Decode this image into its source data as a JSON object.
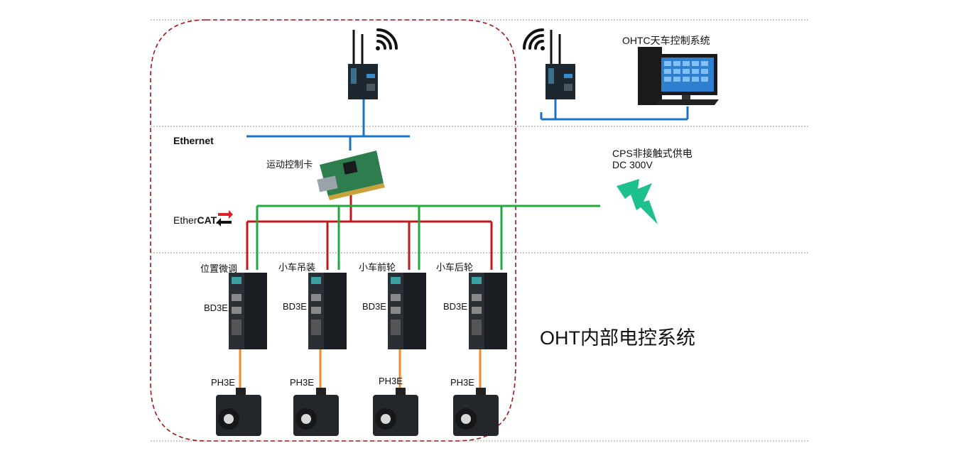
{
  "labels": {
    "ethernet": "Ethernet",
    "ethercat_prefix": "Ether",
    "ethercat_suffix": "CAT.",
    "motion_card": "运动控制卡",
    "ohtc": "OHTC天车控制系统",
    "cps_line1": "CPS非接触式供电",
    "cps_line2": "DC 300V",
    "system_title": "OHT内部电控系统"
  },
  "axes": [
    {
      "role": "位置微调",
      "drive": "BD3E",
      "motor": "PH3E"
    },
    {
      "role": "小车吊装",
      "drive": "BD3E",
      "motor": "PH3E"
    },
    {
      "role": "小车前轮",
      "drive": "BD3E",
      "motor": "PH3E"
    },
    {
      "role": "小车后轮",
      "drive": "BD3E",
      "motor": "PH3E"
    }
  ],
  "colors": {
    "ethernet_line": "#1a73c2",
    "ethercat_red": "#c0181c",
    "ethercat_green": "#1faa3c",
    "power_link": "#f08a2c",
    "boundary": "#a31515",
    "lightning": "#1fc090",
    "separator": "#9a9a9a"
  },
  "icons": [
    "wifi-icon",
    "router-icon",
    "computer-monitor-icon",
    "pcie-card-icon",
    "servo-drive-icon",
    "servo-motor-icon",
    "lightning-icon"
  ]
}
